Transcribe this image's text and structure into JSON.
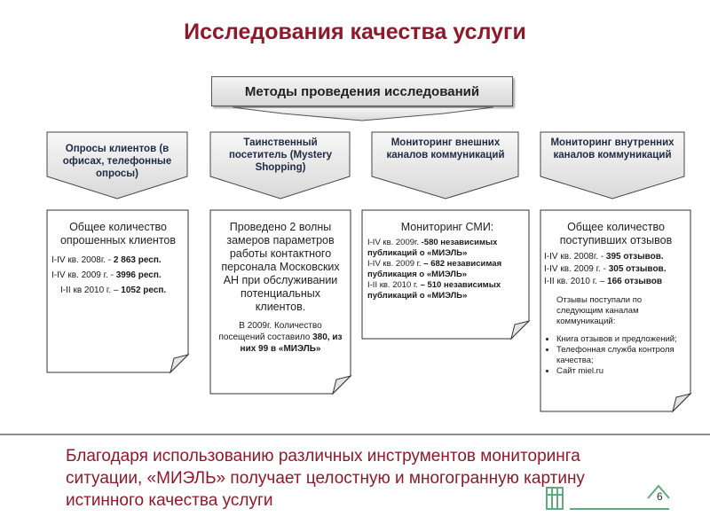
{
  "title": "Исследования качества услуги",
  "methods_label": "Методы проведения исследований",
  "categories": [
    {
      "label": "Опросы клиентов (в офисах, телефонные опросы)"
    },
    {
      "label": "Таинственный посетитель (Mystery Shopping)"
    },
    {
      "label": "Мониторинг внешних каналов коммуникаций"
    },
    {
      "label": "Мониторинг внутренних каналов коммуникаций"
    }
  ],
  "notes": {
    "surveys": {
      "heading": "Общее количество опрошенных клиентов",
      "rows": [
        {
          "prefix": "I-IV кв. 2008г. -",
          "value": "2 863 респ."
        },
        {
          "prefix": "I-IV кв. 2009 г.  -",
          "value": "3996 респ."
        },
        {
          "prefix": "I-II кв 2010 г. –",
          "value": "1052 респ."
        }
      ]
    },
    "mystery": {
      "heading": "Проведено 2 волны замеров параметров работы контактного персонала Московских АН при обслуживании потенциальных клиентов.",
      "footer_prefix": "В 2009г. Количество посещений составило",
      "footer_count": "380,",
      "footer_bold": "из них 99 в «МИЭЛЬ»"
    },
    "external": {
      "heading": "Мониторинг СМИ:",
      "rows": [
        {
          "prefix": "I-IV кв.  2009г.",
          "value": "-580 независимых публикаций о «МИЭЛЬ»"
        },
        {
          "prefix": "I-IV кв. 2009 г.",
          "value": "– 682 независимая публикация о «МИЭЛЬ»"
        },
        {
          "prefix": "I-II кв. 2010 г.",
          "value": "– 510 независимых публикаций о «МИЭЛЬ»"
        }
      ]
    },
    "internal": {
      "heading": "Общее количество поступивших отзывов",
      "rows": [
        {
          "prefix": "I-IV кв. 2008г. -",
          "value": "395 отзывов."
        },
        {
          "prefix": "I-IV кв. 2009 г.  -",
          "value": "305 отзывов."
        },
        {
          "prefix": "I-II кв. 2010 г. –",
          "value": "166 отзывов"
        }
      ],
      "channels_intro": "Отзывы поступали по следующим каналам коммуникаций:",
      "channels": [
        "Книга отзывов и предложений;",
        "Телефонная служба контроля качества;",
        "Сайт miel.ru"
      ]
    }
  },
  "conclusion": "Благодаря использованию различных инструментов мониторинга ситуации, «МИЭЛЬ» получает целостную и многогранную картину истинного качества услуги",
  "page_number": "6",
  "colors": {
    "title": "#8b1a2b",
    "conclusion": "#8b1a2b",
    "category_text": "#1f2a44",
    "logo": "#2e8b57"
  }
}
